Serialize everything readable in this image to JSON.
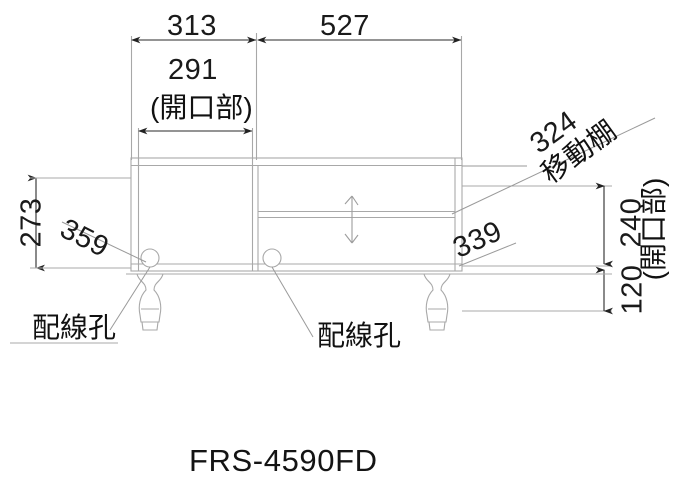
{
  "drawing": {
    "model_number": "FRS-4590FD",
    "title_position": "bottom-center",
    "line_color": "#9a9a9a",
    "text_color": "#1a1a1a",
    "background": "#ffffff"
  },
  "dimensions": {
    "top_left_width": "313",
    "top_right_width": "527",
    "opening_width": "291",
    "opening_width_note": "(開口部)",
    "left_height": "273",
    "right_upper_height": "240",
    "right_lower_height": "120",
    "right_height_note": "(開口部)"
  },
  "leaders": {
    "shelf_depth": "324",
    "shelf_label": "移動棚",
    "right_inner_width": "339",
    "left_inner_width": "359",
    "cable_hole_left": "配線孔",
    "cable_hole_center": "配線孔"
  },
  "parts": {
    "top_panel": "top-panel",
    "left_side_panel": "left-side-panel",
    "right_side_panel": "right-side-panel",
    "center_divider": "center-divider",
    "adjustable_shelf": "adjustable-shelf",
    "bottom_panel": "bottom-panel",
    "leg_left": "turned-leg-left",
    "leg_right": "turned-leg-right",
    "cable_hole_1": "cable-hole-left",
    "cable_hole_2": "cable-hole-center",
    "shelf_arrow": "shelf-adjust-arrow"
  }
}
